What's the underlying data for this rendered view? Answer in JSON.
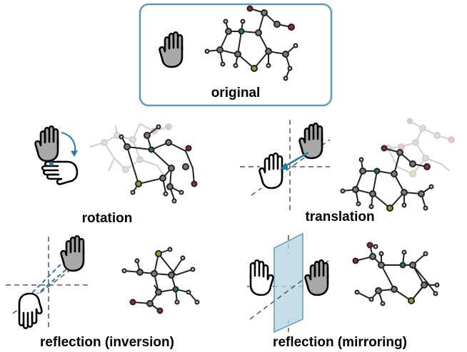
{
  "labels": {
    "original": "original",
    "rotation": "rotation",
    "translation": "translation",
    "inversion": "reflection (inversion)",
    "mirroring": "reflection (mirroring)"
  },
  "colors": {
    "frame": "#5b9cb4",
    "arrow": "#1f7fa8",
    "plane": "#b9d6e3",
    "hand_fill": "#a8a8a8",
    "carbon": "#7a7a7a",
    "nitrogen": "#2e7d4f",
    "oxygen": "#9a2a33",
    "sulfur": "#9a9a2a",
    "hydrogen": "#d0d0d0"
  },
  "icons": {
    "hand": "hand-icon",
    "rotation_arrow": "curved-arrow-icon",
    "translation_arrow": "straight-arrow-icon",
    "mirror_plane": "mirror-plane-icon"
  }
}
